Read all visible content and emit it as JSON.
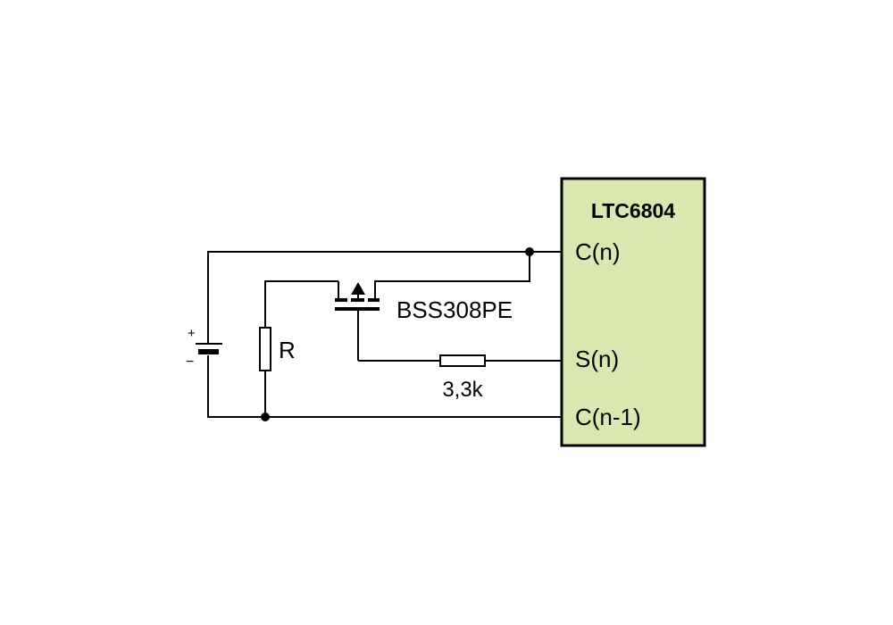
{
  "ic": {
    "name": "LTC6804",
    "fill": "#d9e8b0"
  },
  "pins": {
    "c_n": "C(n)",
    "s_n": "S(n)",
    "c_n_minus_1": "C(n-1)"
  },
  "components": {
    "mosfet": "BSS308PE",
    "series_resistor": "3,3k",
    "bleed_resistor": "R"
  },
  "battery": {
    "plus": "+",
    "minus": "−"
  }
}
